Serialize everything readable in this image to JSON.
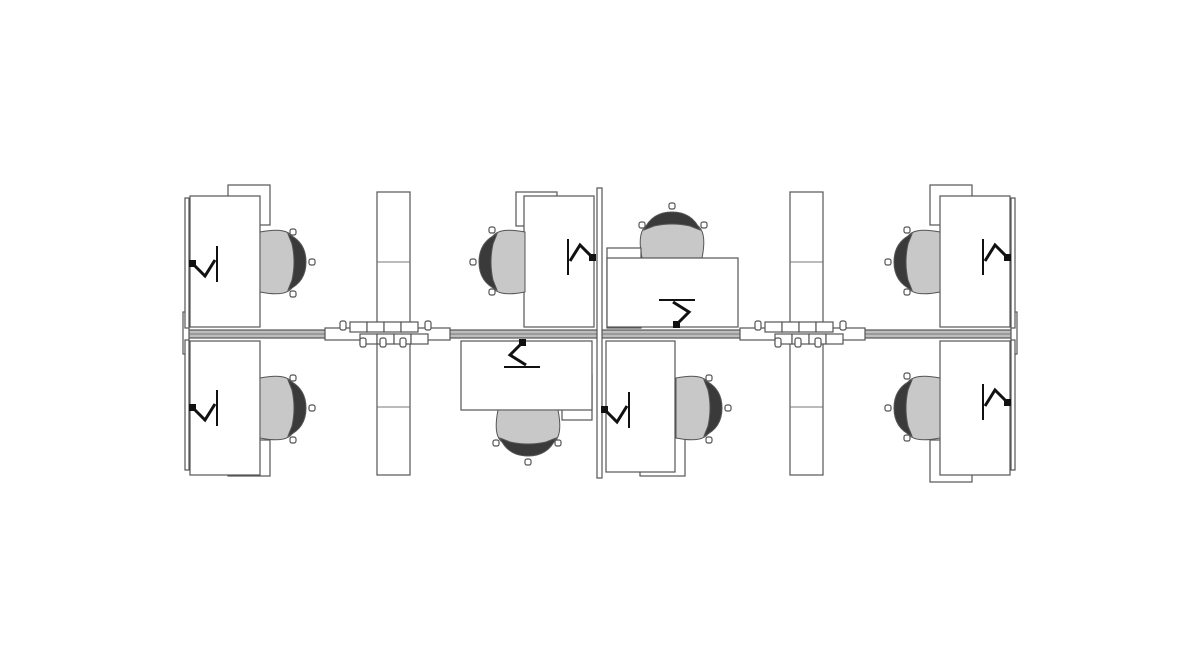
{
  "plan": {
    "type": "office-workstation-floor-plan",
    "workstation_count": 8,
    "storage_tower_count": 2
  },
  "colors": {
    "background": "#ffffff",
    "line": "#555555",
    "seat": "#c8c8c8",
    "chair_back": "#3a3a3a",
    "monitor_arm": "#111111",
    "spine": "#bdbdbd"
  }
}
